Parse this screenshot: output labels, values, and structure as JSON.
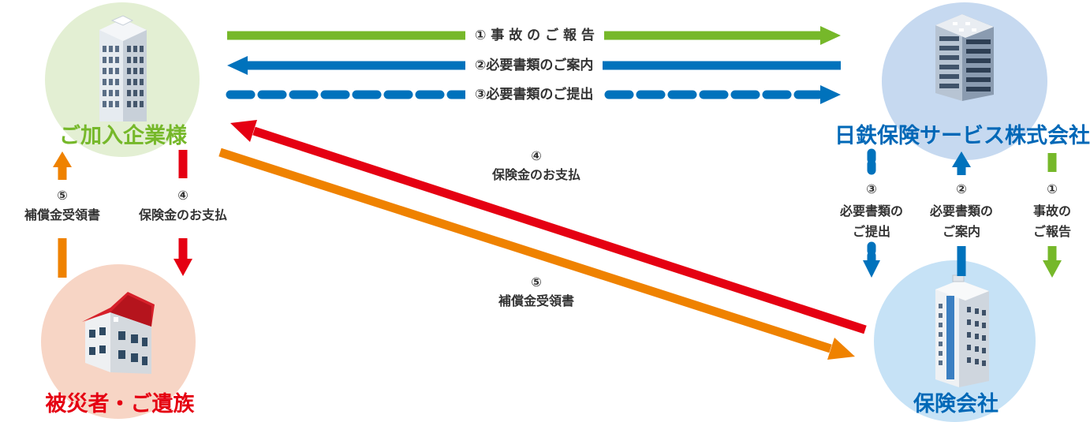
{
  "colors": {
    "green": "#76b82a",
    "blue": "#0072bc",
    "red": "#e50012",
    "orange": "#ef8200",
    "label_green": "#76b82a",
    "label_blue": "#0068b7",
    "label_red": "#e50012",
    "text": "#333333"
  },
  "entities": {
    "member_company": "ご加入企業様",
    "victim": "被災者・ご遺族",
    "nittetsu": "日鉄保険サービス株式会社",
    "insurer": "保険会社"
  },
  "top_flows": {
    "step1": "① 事 故 の ご 報 告",
    "step2": "②必要書類のご案内",
    "step3": "③必要書類のご提出"
  },
  "diagonal": {
    "step4_num": "④",
    "step4_text": "保険金のお支払",
    "step5_num": "⑤",
    "step5_text": "補償金受領書"
  },
  "left": {
    "up_num": "⑤",
    "up_text": "補償金受領書",
    "down_num": "④",
    "down_text": "保険金のお支払"
  },
  "right": {
    "c1_num": "③",
    "c1_l1": "必要書類の",
    "c1_l2": "ご提出",
    "c2_num": "②",
    "c2_l1": "必要書類の",
    "c2_l2": "ご案内",
    "c3_num": "①",
    "c3_l1": "事故の",
    "c3_l2": "ご報告"
  }
}
